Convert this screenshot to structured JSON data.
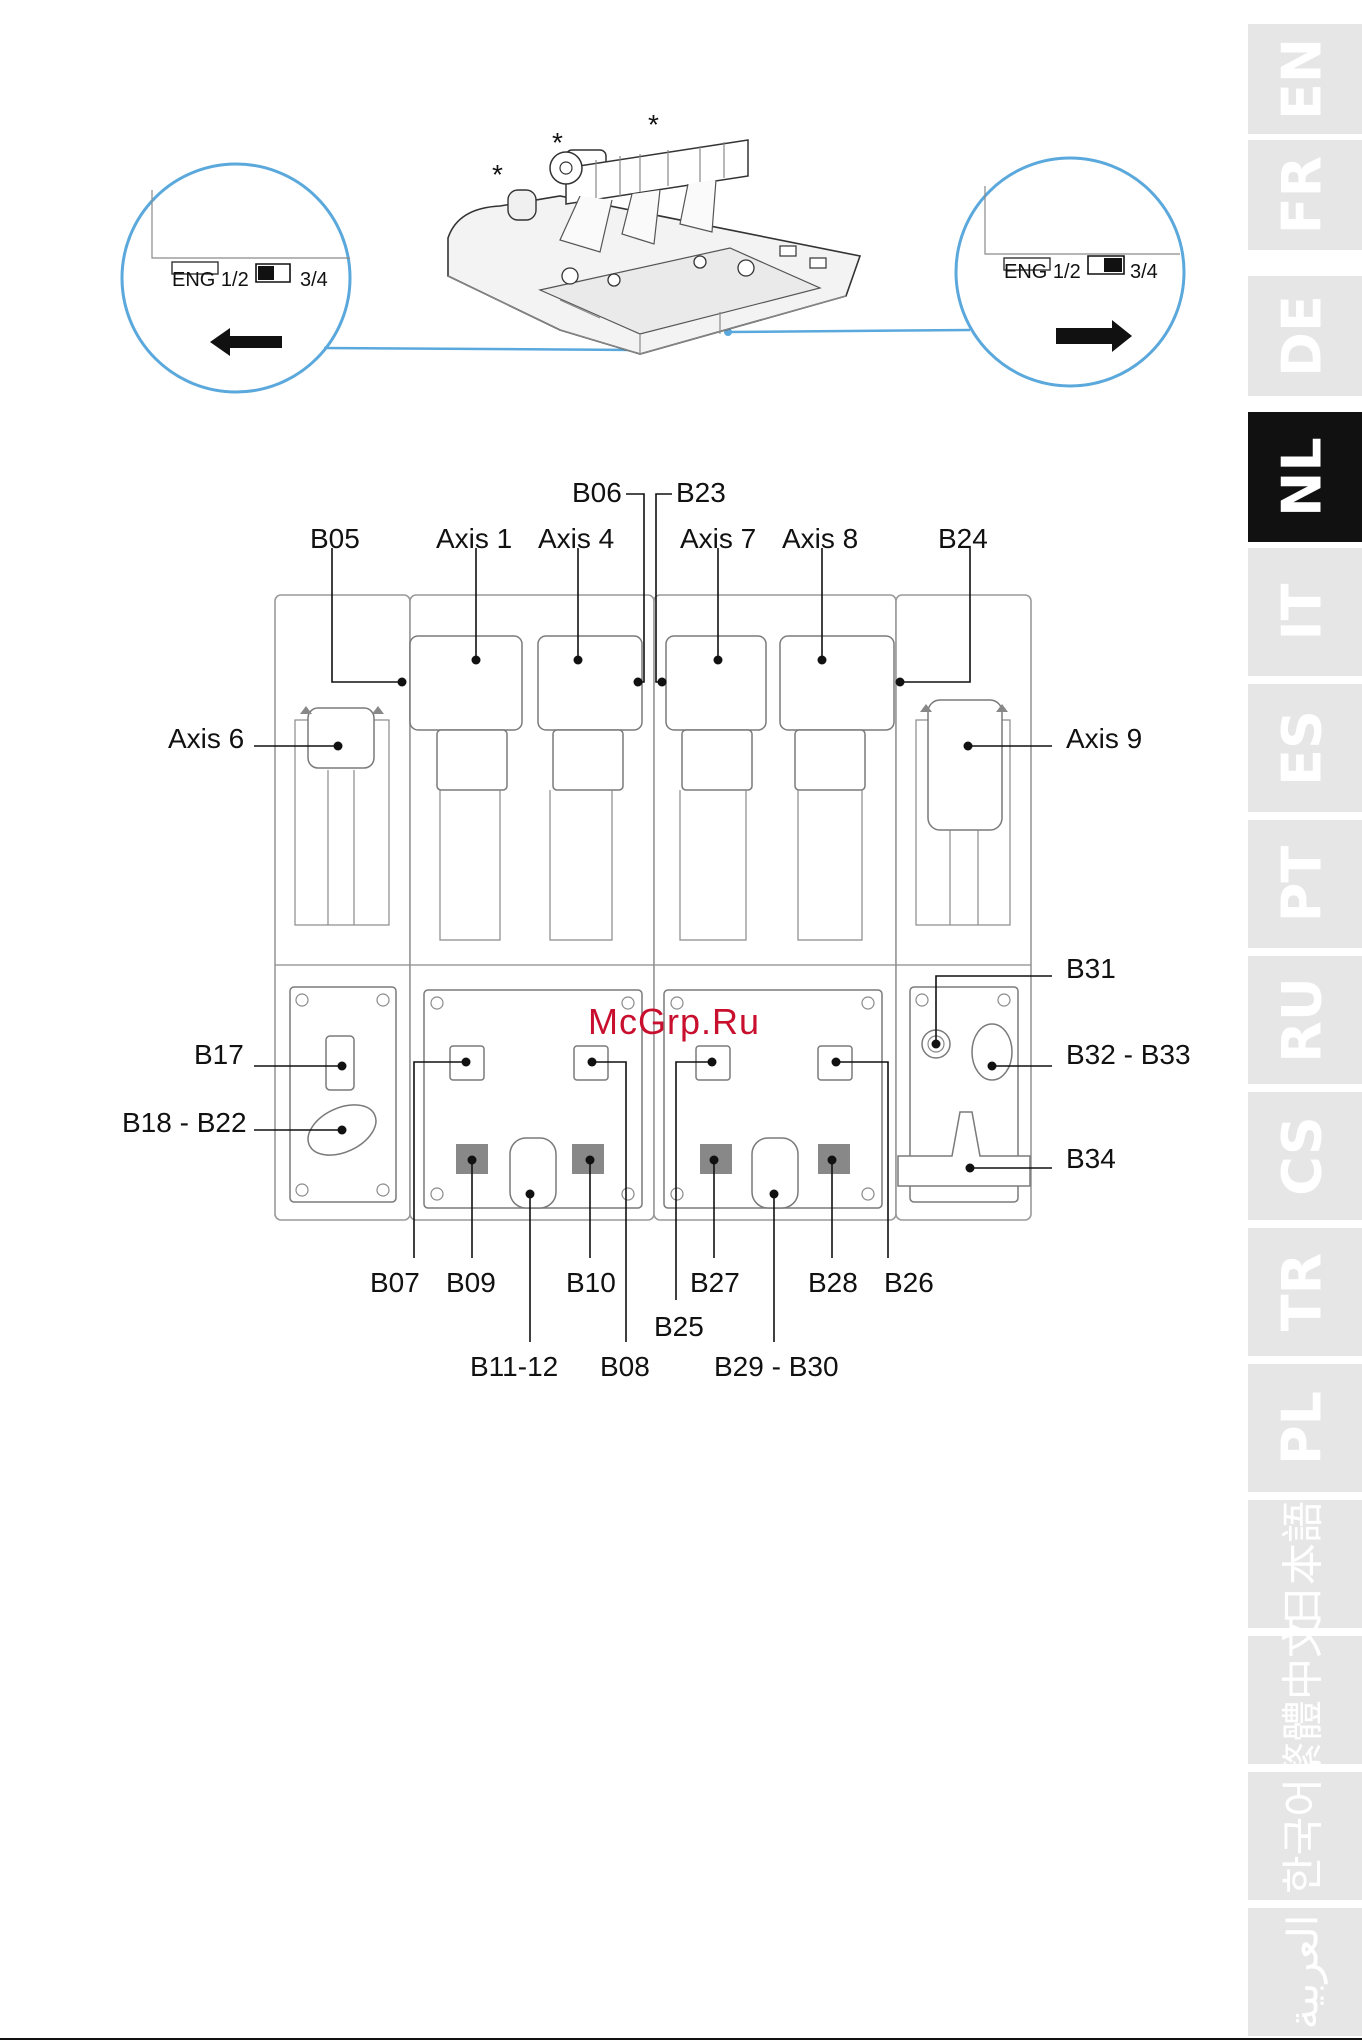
{
  "language_tabs": [
    {
      "code": "EN",
      "active": false
    },
    {
      "code": "FR",
      "active": false
    },
    {
      "code": "DE",
      "active": false
    },
    {
      "code": "NL",
      "active": true
    },
    {
      "code": "IT",
      "active": false
    },
    {
      "code": "ES",
      "active": false
    },
    {
      "code": "PT",
      "active": false
    },
    {
      "code": "RU",
      "active": false
    },
    {
      "code": "CS",
      "active": false
    },
    {
      "code": "TR",
      "active": false
    },
    {
      "code": "PL",
      "active": false
    },
    {
      "code": "日本語",
      "active": false
    },
    {
      "code": "繁體中文",
      "active": false
    },
    {
      "code": "한국어",
      "active": false
    },
    {
      "code": "العربية",
      "active": false
    }
  ],
  "top_figure": {
    "asterisk": "*",
    "left_switch": {
      "left_label": "ENG 1/2",
      "right_label": "3/4"
    },
    "right_switch": {
      "left_label": "ENG 1/2",
      "right_label": "3/4"
    }
  },
  "watermark": "McGrp.Ru",
  "callouts": {
    "b06": "B06",
    "b23": "B23",
    "b05": "B05",
    "axis1": "Axis 1",
    "axis4": "Axis 4",
    "axis7": "Axis 7",
    "axis8": "Axis 8",
    "b24": "B24",
    "axis6": "Axis 6",
    "axis9": "Axis 9",
    "b31": "B31",
    "b32_33": "B32 - B33",
    "b34": "B34",
    "b17": "B17",
    "b18_22": "B18 - B22",
    "b07": "B07",
    "b09": "B09",
    "b10": "B10",
    "b27": "B27",
    "b28": "B28",
    "b26": "B26",
    "b25": "B25",
    "b11_12": "B11-12",
    "b08": "B08",
    "b29_30": "B29 - B30"
  },
  "colors": {
    "accent_blue": "#5aa8dc",
    "active_tab": "#111111",
    "inactive_tab": "#e6e6e6",
    "watermark": "#c8102e"
  }
}
